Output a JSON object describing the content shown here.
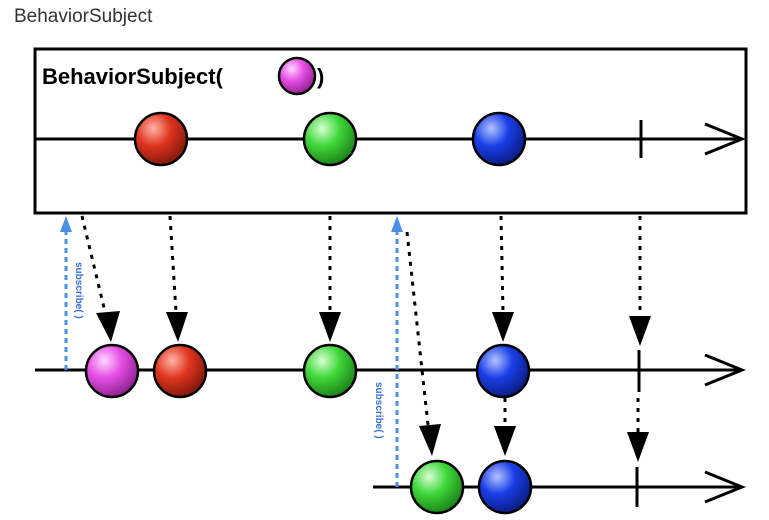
{
  "page": {
    "caption": "BehaviorSubject"
  },
  "diagram": {
    "box_title_prefix": "BehaviorSubject(",
    "box_title_suffix": ")",
    "subscribe_label": "subscribe( )",
    "colors": {
      "pink": "#e64ee6",
      "red": "#e0351f",
      "green": "#3fd83a",
      "blue": "#1a3fe8",
      "subscribe_arrow": "#4a90e8",
      "line": "#000000"
    }
  }
}
